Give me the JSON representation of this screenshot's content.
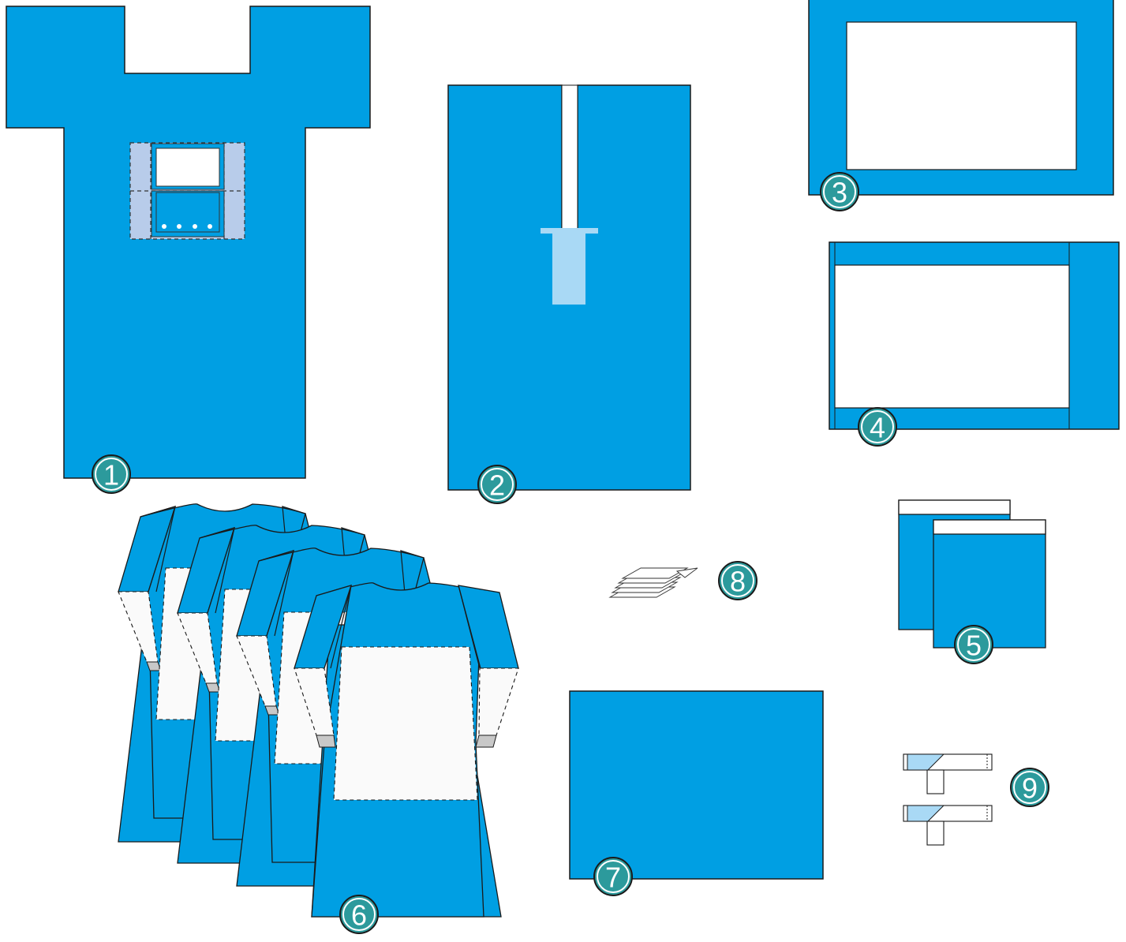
{
  "colors": {
    "drape_blue": "#009FE3",
    "light_blue": "#A9D9F5",
    "pale_blue": "#B8CCEA",
    "badge_teal": "#2C9A9C",
    "white": "#FFFFFF",
    "outline": "#1A1A1A",
    "cuff_gray": "#C8C8C8"
  },
  "badges": {
    "b1": "1",
    "b2": "2",
    "b3": "3",
    "b4": "4",
    "b5": "5",
    "b6": "6",
    "b7": "7",
    "b8": "8",
    "b9": "9"
  }
}
